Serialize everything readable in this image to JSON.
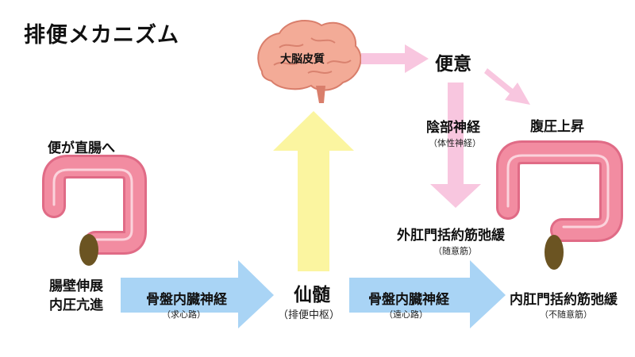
{
  "title": "排便メカニズム",
  "nodes": {
    "brain": "大脳皮質",
    "urge": "便意",
    "abdominal": "腹圧上昇",
    "rectum_in": "便が直腸へ",
    "wall_line1": "腸壁伸展",
    "wall_line2": "内圧亢進",
    "sacral": "仙髄",
    "sacral_sub": "（排便中枢）",
    "ext_sphincter": "外肛門括約筋弛緩",
    "ext_sphincter_sub": "（随意筋）",
    "int_sphincter": "内肛門括約筋弛緩",
    "int_sphincter_sub": "（不随意筋）"
  },
  "edges": {
    "afferent": "骨盤内臓神経",
    "afferent_sub": "（求心路）",
    "efferent": "骨盤内臓神経",
    "efferent_sub": "（遠心路）",
    "pudendal": "陰部神経",
    "pudendal_sub": "（体性神経）"
  },
  "colors": {
    "blue_arrow": "#a9d4f5",
    "yellow_arrow": "#fbf5a0",
    "pink_arrow": "#f8c6df",
    "intestine": "#f28ca1",
    "intestine_dark": "#e06b86",
    "stool": "#6b5422",
    "brain": "#f0a08e"
  }
}
